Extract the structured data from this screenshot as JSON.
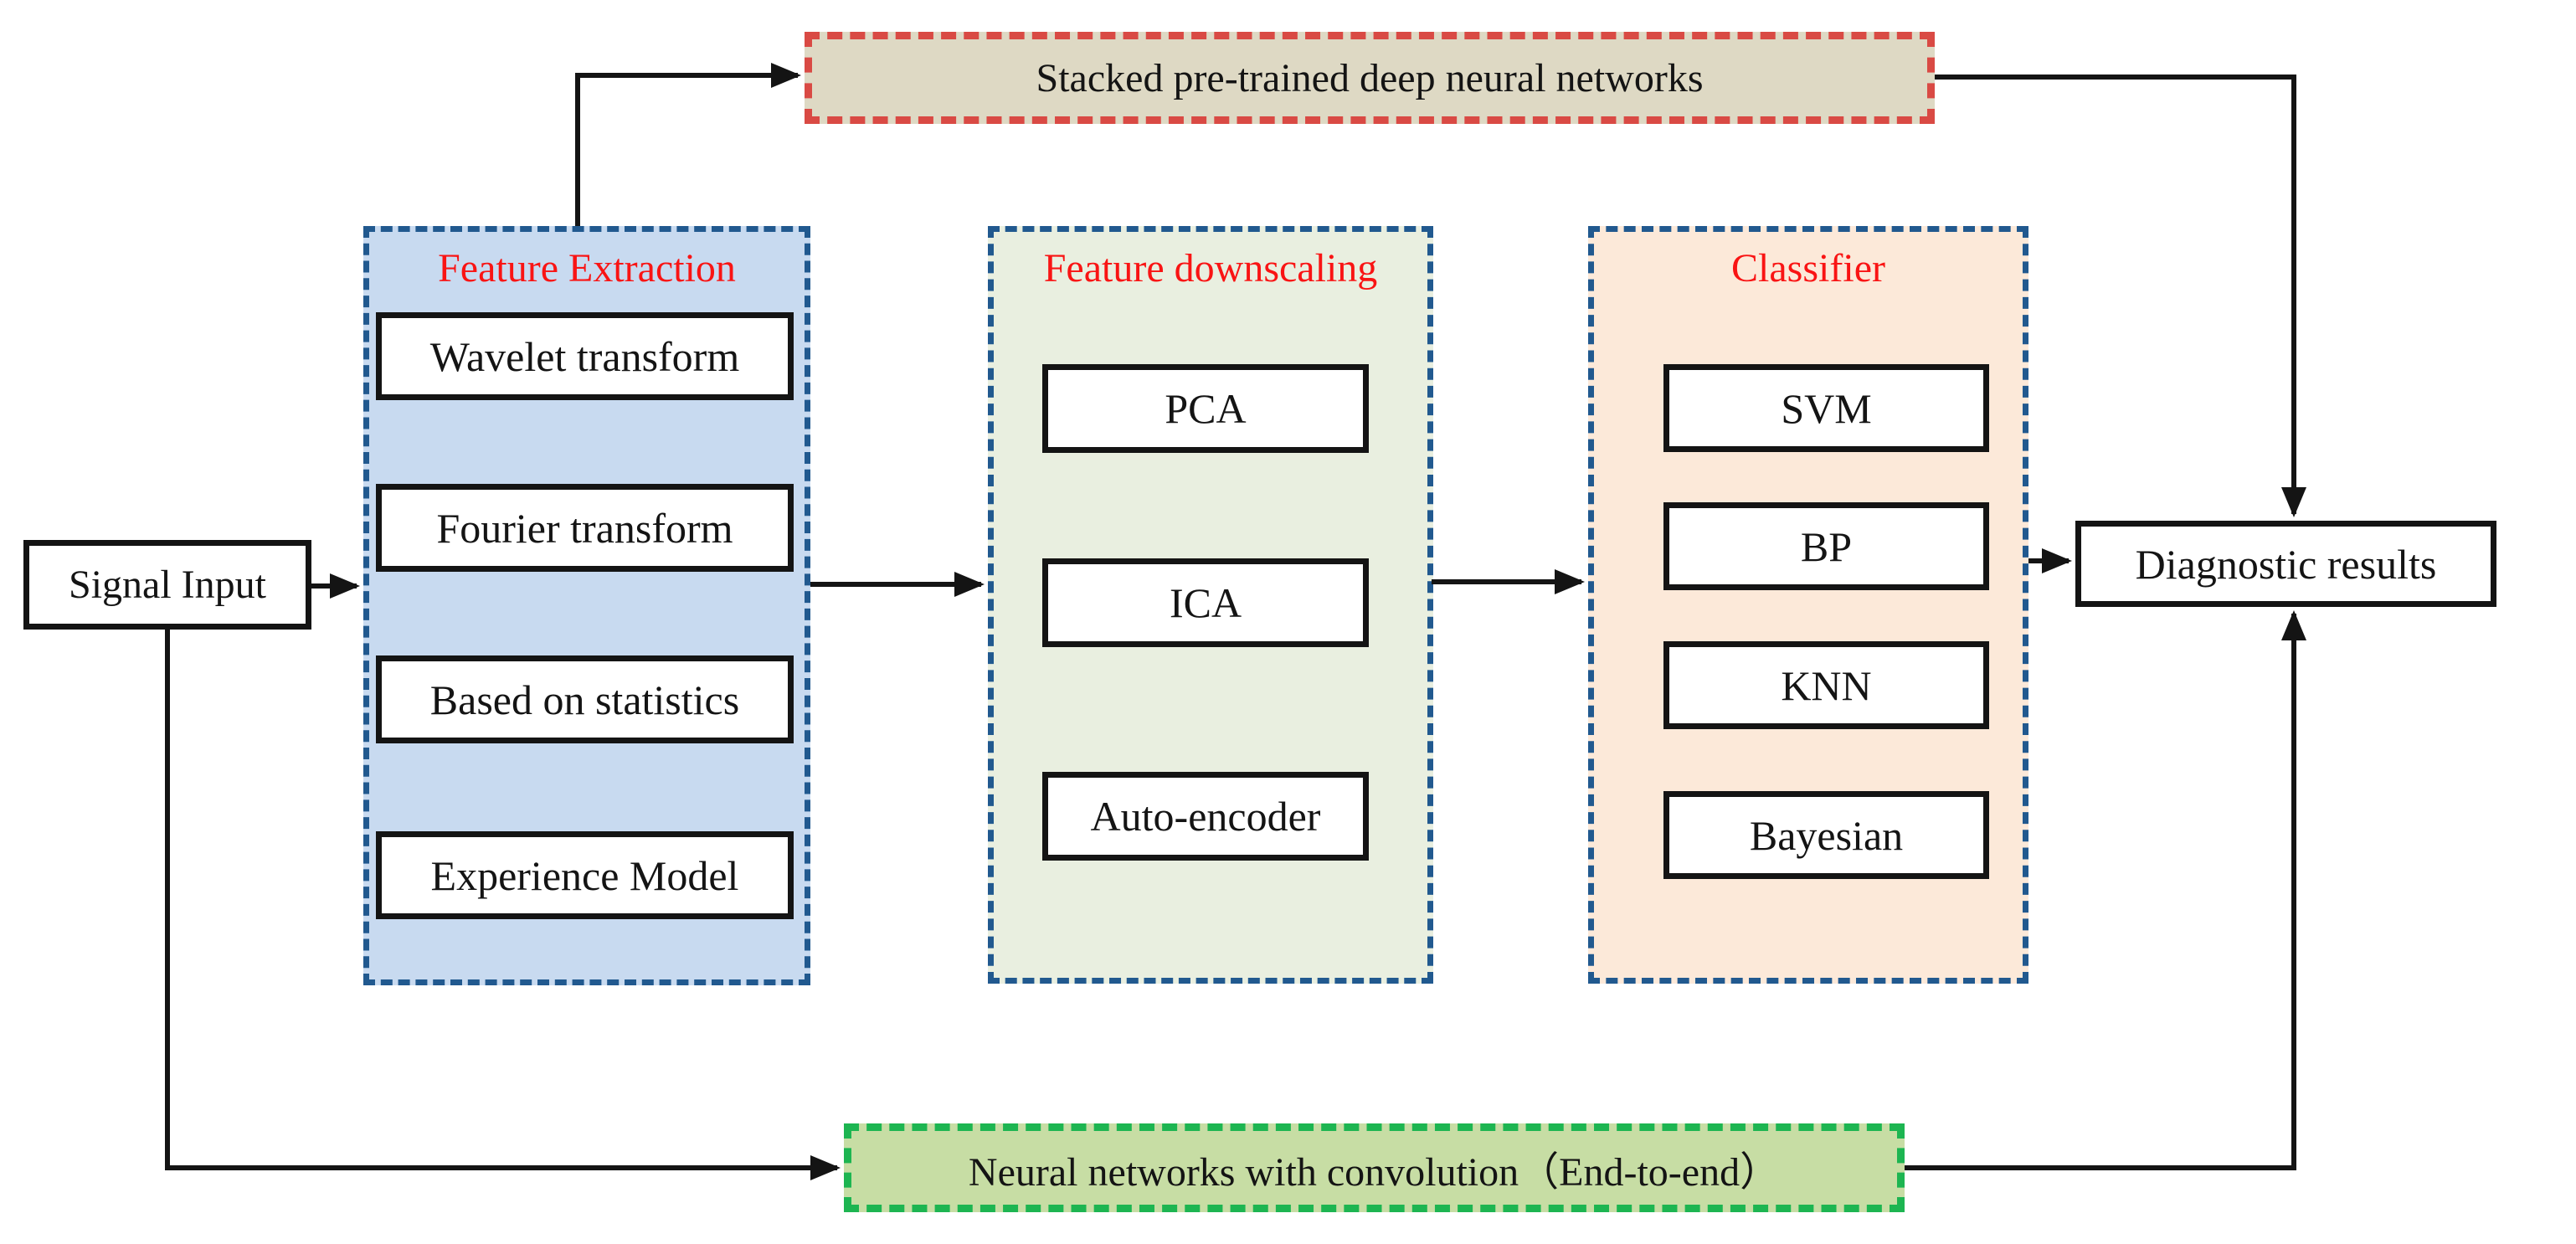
{
  "diagram": {
    "nodes": {
      "signal_input": {
        "label": "Signal Input"
      },
      "diagnostic_results": {
        "label": "Diagnostic results"
      },
      "stacked_dnn": {
        "label": "Stacked pre-trained deep neural networks"
      },
      "end_to_end": {
        "label": "Neural networks with convolution（End-to-end）"
      }
    },
    "panels": [
      {
        "id": "feature_extraction",
        "title": "Feature Extraction",
        "items": [
          "Wavelet transform",
          "Fourier transform",
          "Based on statistics",
          "Experience Model"
        ]
      },
      {
        "id": "feature_downscaling",
        "title": "Feature downscaling",
        "items": [
          "PCA",
          "ICA",
          "Auto-encoder"
        ]
      },
      {
        "id": "classifier",
        "title": "Classifier",
        "items": [
          "SVM",
          "BP",
          "KNN",
          "Bayesian"
        ]
      }
    ]
  },
  "colors": {
    "blue_dash": "#21598f",
    "red_dash": "#d94a44",
    "green_dash": "#1db551",
    "fe_bg": "#c8daf0",
    "fd_bg": "#e9efe0",
    "cls_bg": "#fce9d9",
    "stacked_bg": "#ded9c4",
    "conv_bg": "#c7dda4",
    "title_red": "#f91414",
    "line_black": "#141414",
    "box_bg": "#ffffff",
    "text_black": "#141414"
  }
}
